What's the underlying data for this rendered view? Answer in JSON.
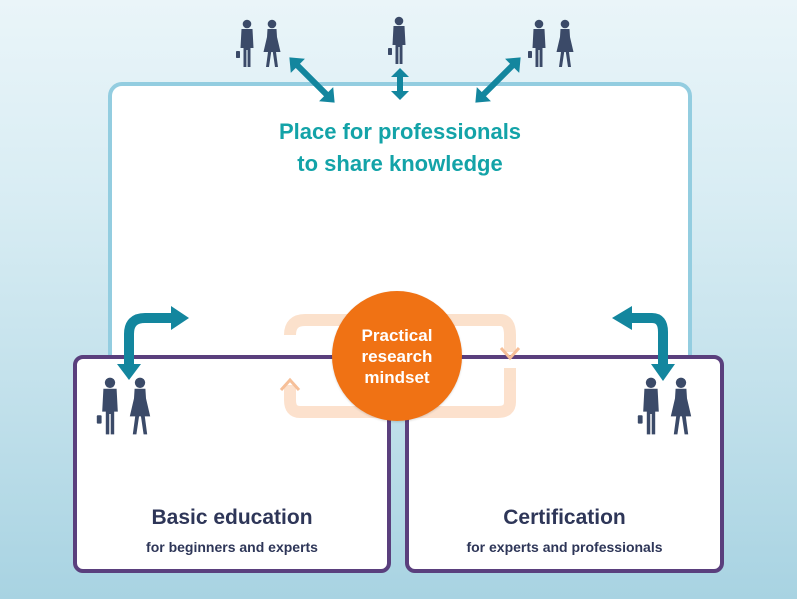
{
  "top_box": {
    "title_line1": "Place for professionals",
    "title_line2": "to share knowledge"
  },
  "center": {
    "line1": "Practical",
    "line2": "research",
    "line3": "mindset"
  },
  "left_box": {
    "title": "Basic education",
    "subtitle": "for beginners and experts"
  },
  "right_box": {
    "title": "Certification",
    "subtitle": "for experts and professionals"
  },
  "colors": {
    "teal_text": "#13a3a8",
    "arrow_teal": "#13869e",
    "top_border": "#93cde0",
    "purple_border": "#5a3f7d",
    "circle_orange": "#f07214",
    "people_navy": "#3b4a68"
  }
}
